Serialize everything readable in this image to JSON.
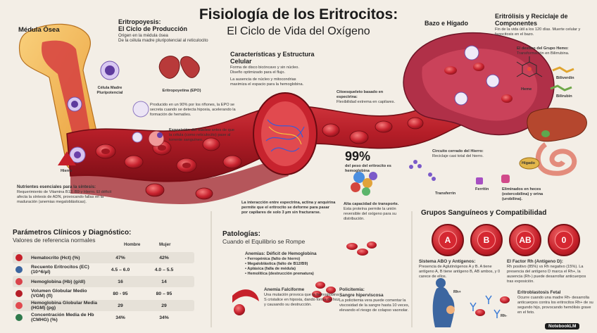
{
  "header": {
    "title": "Fisiología de los Eritrocitos:",
    "subtitle": "El Ciclo de Vida del Oxígeno"
  },
  "labels": {
    "medula": "Médula Ósea",
    "bazo": "Bazo e Hígado",
    "hierro": "Hierro",
    "celula_madre": "Célula Madre Pluripotencial",
    "eritropoyetina": "Eritropoyetina (EPO)",
    "heme": "Heme",
    "biliverdin": "Biliverdin",
    "bilirubin": "Bilirubin",
    "higado": "Hígado",
    "transferrin": "Transferrin",
    "ferritin": "Ferritin",
    "rh_plus": "Rh+",
    "rh_minus": "Rh-",
    "brand": "NotebookLM"
  },
  "eritropoyesis": {
    "title": "Eritropoyesis:",
    "title2": "El Ciclo de Producción",
    "line1": "Origen en la médula ósea",
    "line2": "De la célula madre pluripotencial al reticulocito",
    "epo_text": "Producido en un 90% por los riñones, la EPO se secreta cuando se detecta hipoxia, acelerando la formación de hematíes.",
    "nucleo_title": "Exposición del núcleo",
    "nucleo_text": "antes de que la célula (como reticulocito) pase al torrente sanguíneo."
  },
  "nutrientes": {
    "title": "Nutrientes esenciales para la síntesis:",
    "text": "Requerimiento de Vitamina B12, B9 y Hierro. El déficit afecta la síntesis de ADN, provocando fallas en la maduración (anemias megaloblásticas)."
  },
  "caracteristicas": {
    "title": "Características y Estructura Celular",
    "line1": "Forma de disco bicóncavo y sin núcleo.",
    "line2": "Diseño optimizado para el flujo.",
    "text": "La ausencia de núcleo y mitocondrias maximiza el espacio para la hemoglobina.",
    "cito_title": "Citoesqueleto basado en espectrina:",
    "cito_text": "Flexibilidad extrema en capilares.",
    "percent": "99%",
    "percent_text": "del peso del eritrocito es hemoglobina",
    "alta": "Alta capacidad de transporte.",
    "alta_text": "Esta proteína permite la unión reversible del oxígeno para su distribución.",
    "interaccion": "La interacción entre espectrina, actina y anquirina permite que el eritrocito se deforme para pasar por capilares de solo 3 µm sin fracturarse."
  },
  "eritrolisis": {
    "title": "Eritrólisis y Reciclaje de Componentes",
    "text": "Fin de la vida útil a los 120 días. Muerte celular y fagocitosis en el bazo.",
    "heme_title": "El destino del Grupo Hemo:",
    "heme_text": "Transformación en Bilirrubina.",
    "hierro_title": "Circuito cerrado del Hierro:",
    "hierro_text": "Reciclaje casi total del hierro.",
    "eliminados": "Eliminados en heces (estercobilina) y orina (urobilina)."
  },
  "parametros": {
    "title": "Parámetros Clínicos y Diagnóstico:",
    "subtitle": "Valores de referencia normales",
    "col_h": "Hombre",
    "col_m": "Mujer",
    "rows": [
      {
        "name": "Hematocrito (Hct) (%)",
        "h": "47%",
        "m": "42%"
      },
      {
        "name": "Recuento Eritrocitos (EC) (10^6/µl)",
        "h": "4.5 – 6.0",
        "m": "4.0 – 5.5"
      },
      {
        "name": "Hemoglobina (Hb) (g/dl)",
        "h": "16",
        "m": "14"
      },
      {
        "name": "Volumen Globular Medio (VGM) (fl)",
        "h": "80 - 95",
        "m": "80 – 95"
      },
      {
        "name": "Hemoglobina Globular Media (HGM) (pg)",
        "h": "29",
        "m": "29"
      },
      {
        "name": "Concentración Media de Hb (CMHG) (%)",
        "h": "34%",
        "m": "34%"
      }
    ]
  },
  "patologias": {
    "title": "Patologías:",
    "subtitle": "Cuando el Equilibrio se Rompe",
    "anemias_title": "Anemias: Déficit de Hemoglobina",
    "anemias": [
      "• Ferropénica (falto de hierro)",
      "• Megaloblástica (falto de B12/B9)",
      "• Aplásica (falla de médula)",
      "• Hemolítica (destrucción prematura)"
    ],
    "falci_title": "Anemia Falciforme",
    "falci_text": "Una mutación provoca que la hemoglobina S cristalice en hipoxia, dando forma de hoz y causando su destrucción.",
    "poli_title": "Policitemia:",
    "poli_title2": "Sangre hiperviscosa",
    "poli_text": "La policitemia vera puede comentar la viscosidad de la sangre hasta 10 veces, elevando el riesgo de colapso vaonolar."
  },
  "grupos": {
    "title": "Grupos Sanguíneos y Compatibilidad",
    "types": [
      "A",
      "B",
      "AB",
      "0"
    ],
    "abo_title": "Sistema ABO y Antígenos:",
    "abo_text": "Presencia de Aglutinógenos A y B. A tiene antígeno A, B tiene antígeno B, AB ambos, y 0 carece de ellos.",
    "rh_title": "El Factor Rh (Antígeno D):",
    "rh_text": "Rh positivo (85%) vs Rh negativo (15%). La presencia del antígeno D marca el Rh+, la ausencia (Rh-) puede desarrollar anticuerpos tras exposición.",
    "fetal_title": "Eritroblastosis Fetal",
    "fetal_text": "Ocurre cuando una madre Rh- desarrolla anticuerpos contra los eritrocitos Rh+ de su segundo hijo, provocando hemólisis grave en el feto."
  },
  "colors": {
    "background": "#f3eee6",
    "blood_red": "#c6202a",
    "bone": "#f0b24a",
    "spleen": "#a8324a"
  }
}
